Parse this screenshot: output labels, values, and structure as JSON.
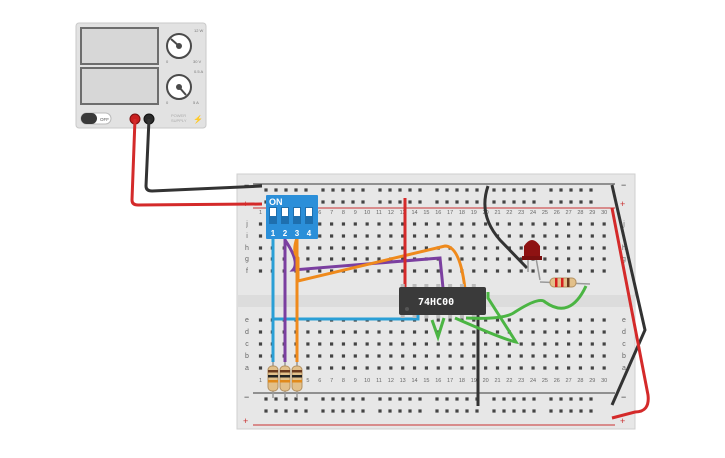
{
  "power_supply": {
    "knob_top_label_right": "12 W",
    "knob_top_label_left": "0",
    "knob_top_label_max": "30 V",
    "knob_bottom_label_right": "0.5 A",
    "knob_bottom_label_left": "0",
    "knob_bottom_label_max": "5 A",
    "switch_label": "OFF",
    "brand_line1": "POWER",
    "brand_line2": "SUPPLY"
  },
  "dip_switch": {
    "on_label": "ON",
    "positions": [
      "1",
      "2",
      "3",
      "4"
    ]
  },
  "chip": {
    "label": "74HC00"
  },
  "breadboard": {
    "columns": [
      "1",
      "2",
      "3",
      "4",
      "5",
      "6",
      "7",
      "8",
      "9",
      "10",
      "11",
      "12",
      "13",
      "14",
      "15",
      "16",
      "17",
      "18",
      "19",
      "20",
      "21",
      "22",
      "23",
      "24",
      "25",
      "26",
      "27",
      "28",
      "29",
      "30"
    ],
    "rows_top": [
      "j",
      "i",
      "h",
      "g",
      "f"
    ],
    "rows_bottom": [
      "e",
      "d",
      "c",
      "b",
      "a"
    ],
    "rail_minus": "−",
    "rail_plus": "+"
  },
  "colors": {
    "wire_red": "#d42a2a",
    "wire_black": "#333333",
    "wire_blue": "#2a9fd6",
    "wire_purple": "#7b3fa0",
    "wire_orange": "#ef8a1c",
    "wire_green": "#4bb543",
    "dip_blue": "#2b8fd9",
    "led_red": "#8e1212",
    "board": "#e6e6e6"
  }
}
